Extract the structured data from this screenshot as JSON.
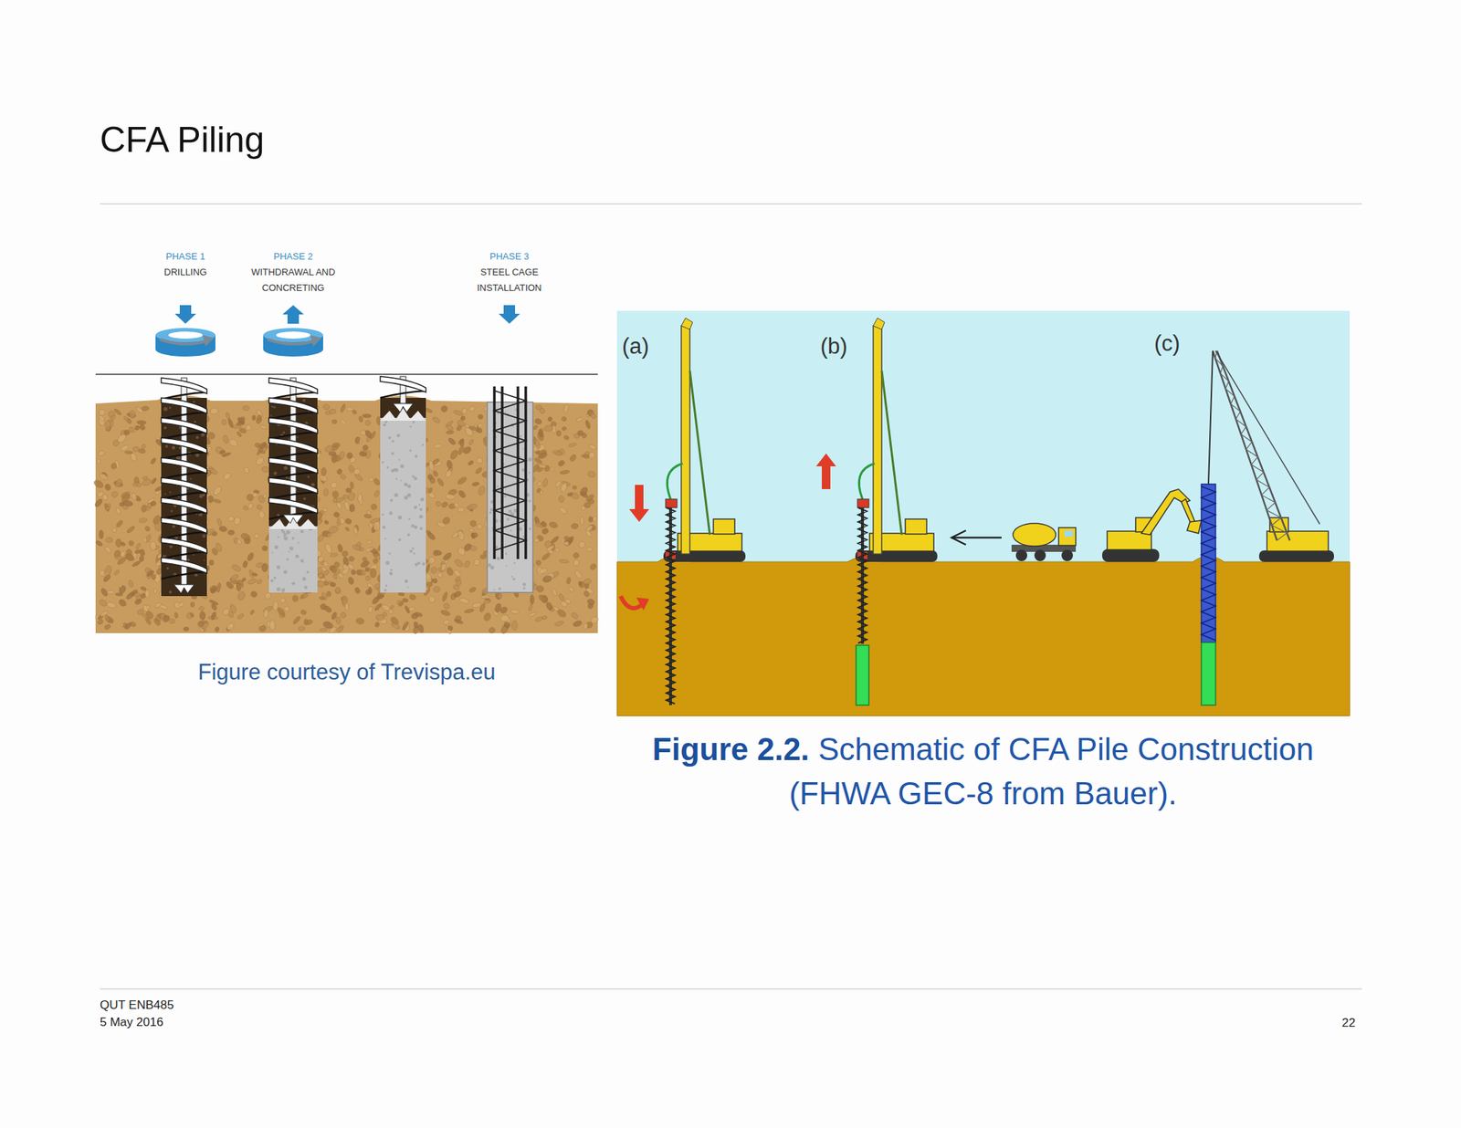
{
  "diagram": {
    "title": "CFA Piling",
    "labels": [
      "PHASE 1",
      "DRILLING",
      "PHASE 2",
      "WITHDRAWAL AND CONCRETING",
      "PHASE 3",
      "STEEL CAGE INSTALLATION",
      "Figure courtesy of Trevispa.eu",
      "(a)",
      "(b)",
      "(c)",
      "Figure 2.2.",
      "Schematic of CFA Pile Construction (FHWA GEC-8 from Bauer).",
      "QUT ENB485",
      "5 May 2016",
      "22"
    ]
  }
}
